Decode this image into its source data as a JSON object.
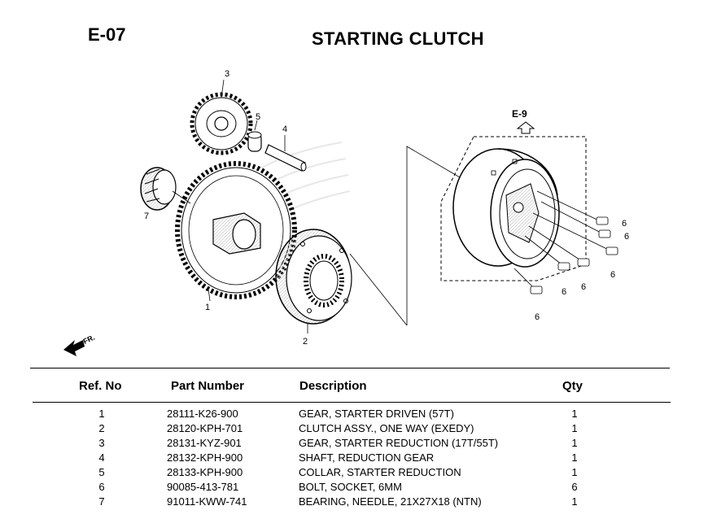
{
  "header": {
    "code": "E-07",
    "title": "STARTING CLUTCH"
  },
  "diagram": {
    "ref_marker": "E-9",
    "fr_label": "FR.",
    "callouts": [
      "1",
      "2",
      "3",
      "4",
      "5",
      "6",
      "6",
      "6",
      "6",
      "6",
      "6",
      "7"
    ]
  },
  "table": {
    "headers": {
      "ref": "Ref. No",
      "part": "Part Number",
      "desc": "Description",
      "qty": "Qty"
    },
    "rows": [
      {
        "ref": "1",
        "part": "28111-K26-900",
        "desc": "GEAR, STARTER DRIVEN (57T)",
        "qty": "1"
      },
      {
        "ref": "2",
        "part": "28120-KPH-701",
        "desc": "CLUTCH ASSY., ONE WAY (EXEDY)",
        "qty": "1"
      },
      {
        "ref": "3",
        "part": "28131-KYZ-901",
        "desc": "GEAR, STARTER REDUCTION (17T/55T)",
        "qty": "1"
      },
      {
        "ref": "4",
        "part": "28132-KPH-900",
        "desc": "SHAFT, REDUCTION GEAR",
        "qty": "1"
      },
      {
        "ref": "5",
        "part": "28133-KPH-900",
        "desc": "COLLAR, STARTER REDUCTION",
        "qty": "1"
      },
      {
        "ref": "6",
        "part": "90085-413-781",
        "desc": "BOLT, SOCKET, 6MM",
        "qty": "6"
      },
      {
        "ref": "7",
        "part": "91011-KWW-741",
        "desc": "BEARING, NEEDLE, 21X27X18 (NTN)",
        "qty": "1"
      }
    ]
  }
}
